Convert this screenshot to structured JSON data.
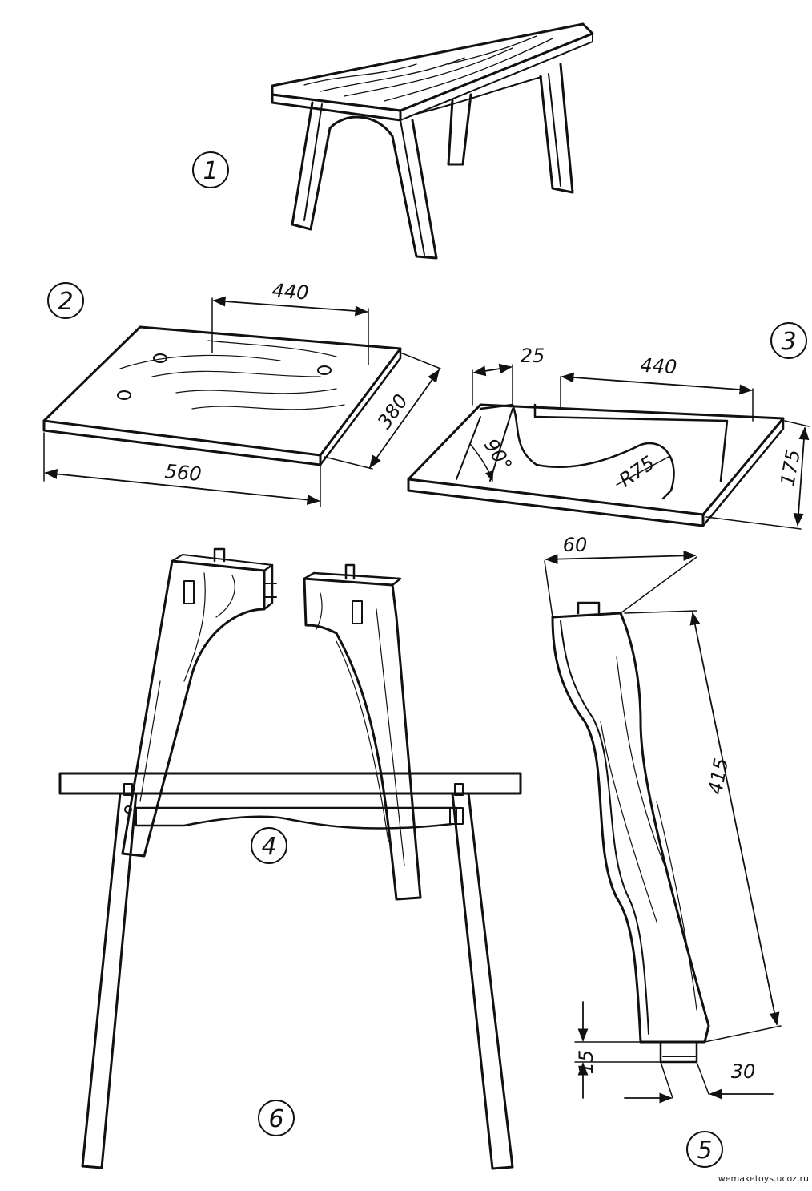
{
  "figures": [
    {
      "number": "1"
    },
    {
      "number": "2",
      "dimensions": [
        "440",
        "380",
        "560"
      ]
    },
    {
      "number": "3",
      "dimensions": [
        "25",
        "440",
        "175",
        "90°",
        "R75"
      ]
    },
    {
      "number": "4"
    },
    {
      "number": "5",
      "dimensions": [
        "60",
        "415",
        "15",
        "30"
      ]
    },
    {
      "number": "6"
    }
  ],
  "watermark": "wemaketoys.ucoz.ru"
}
